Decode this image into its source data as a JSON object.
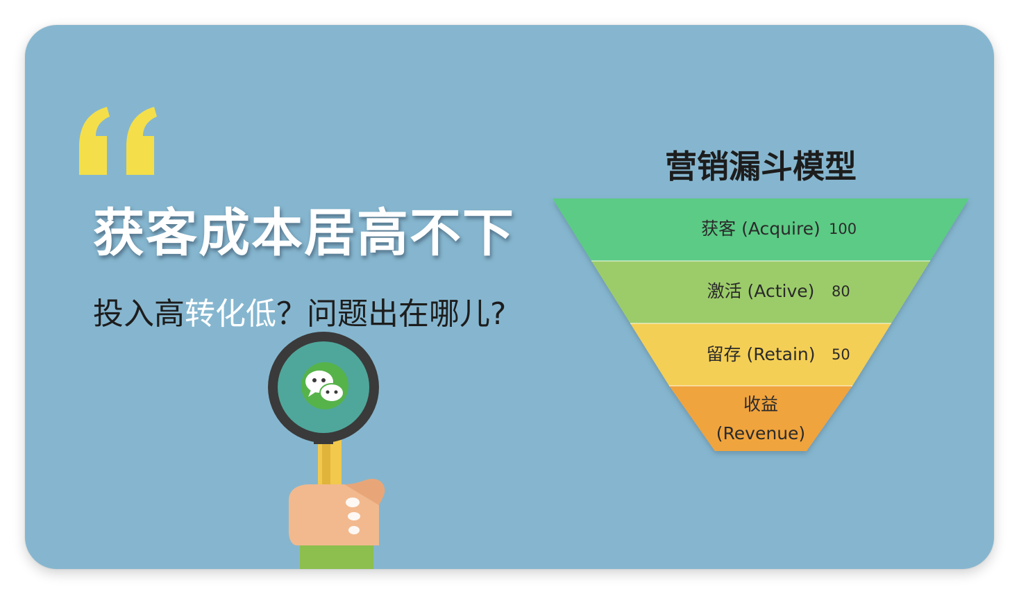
{
  "headline": "获客成本居高不下",
  "subline": {
    "part1": "投入高",
    "part2": "转化低",
    "part3": "？问题出在哪儿?"
  },
  "funnel": {
    "title": "营销漏斗模型",
    "stages": [
      {
        "label": "获客 (Acquire)",
        "value": "100",
        "color": "#5ccb85"
      },
      {
        "label": "激活 (Active)",
        "value": "80",
        "color": "#9ccc6a"
      },
      {
        "label": "留存 (Retain)",
        "value": "50",
        "color": "#f4cf55"
      },
      {
        "label_line1": "收益",
        "label_line2": "(Revenue)",
        "color": "#f0a43c"
      }
    ]
  },
  "colors": {
    "background": "#86b6cf",
    "quote_mark": "#f4df4a",
    "magnifier_frame": "#3a3a3a",
    "magnifier_lens": "#4fa79b",
    "wechat_green": "#56b34a",
    "handle": "#f2c94c",
    "hand_skin": "#f2b98e",
    "sleeve": "#8cbf4e"
  },
  "icons": {
    "quote": "quote-mark-icon",
    "magnifier": "magnifying-glass-icon",
    "wechat": "wechat-icon",
    "hand": "hand-icon"
  }
}
